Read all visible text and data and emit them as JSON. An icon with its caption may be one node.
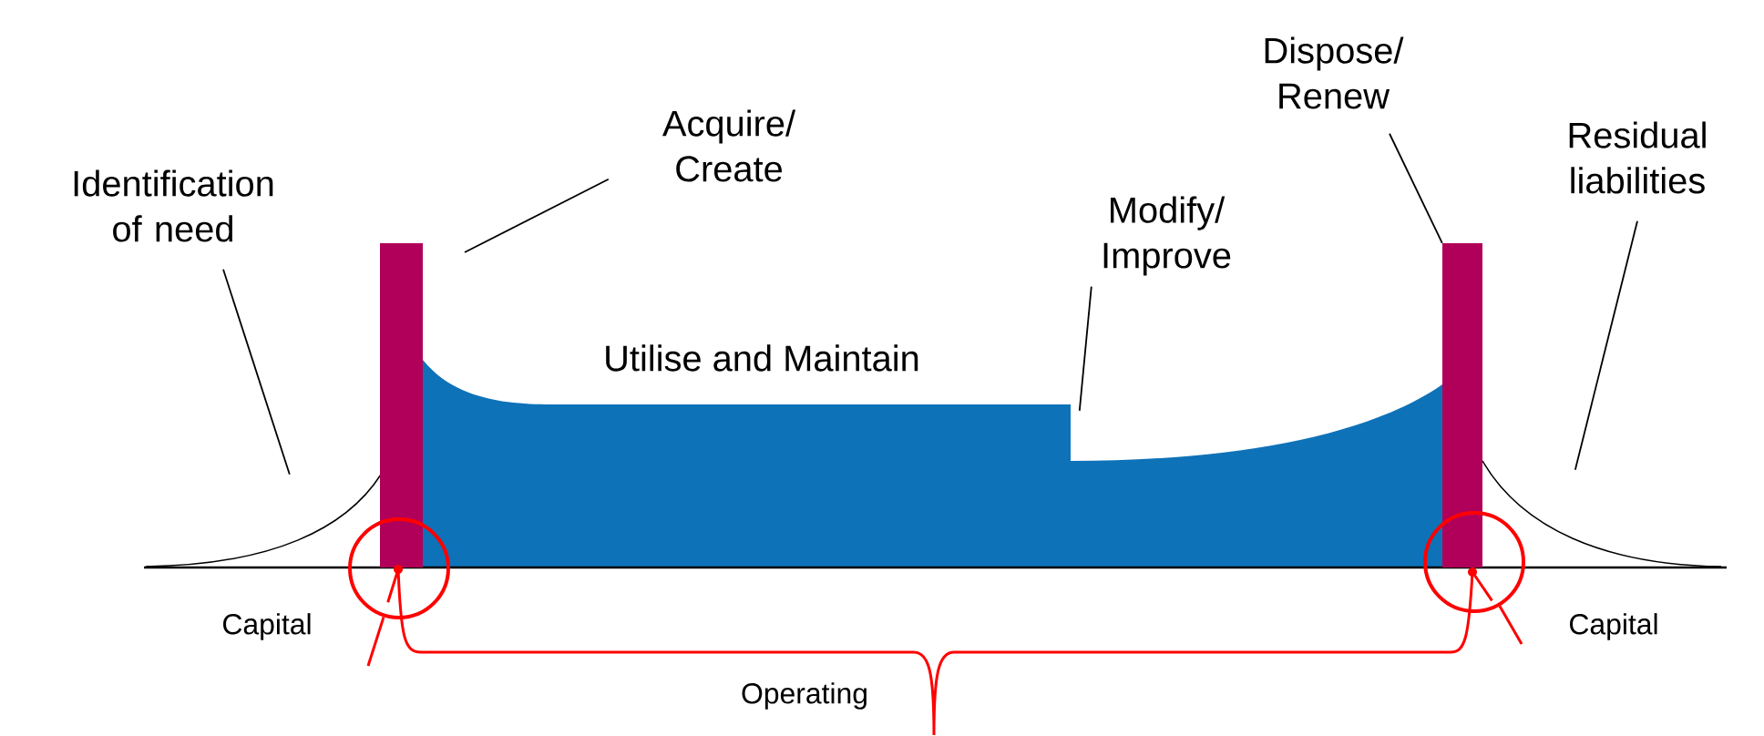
{
  "diagram": {
    "nodes": [
      {
        "text": [
          "Identification of need"
        ]
      },
      {
        "text": [
          "Acquire/ Create"
        ]
      },
      {
        "text": [
          "Modify/ Improve"
        ]
      },
      {
        "text": [
          "Dispose/ Renew"
        ]
      },
      {
        "text": [
          "Residual liabilities"
        ]
      },
      {
        "text": [],
        "shape": "bar"
      },
      {
        "text": [],
        "shape": "bar"
      },
      {
        "text": [],
        "shape": "circle"
      },
      {
        "text": [],
        "shape": "circle"
      },
      {
        "text": [],
        "shape": "area"
      },
      {
        "text": [],
        "shape": "curve"
      },
      {
        "text": [],
        "shape": "curve"
      }
    ],
    "edges": [
      {
        "from": 0,
        "to": 10,
        "arrow": "none"
      },
      {
        "from": 1,
        "to": null,
        "arrow": "none"
      },
      {
        "from": 2,
        "to": 9,
        "arrow": "none"
      },
      {
        "from": 3,
        "to": 6,
        "arrow": "none"
      },
      {
        "from": 4,
        "to": 11,
        "arrow": "none"
      },
      {
        "from": null,
        "to": 7,
        "arrow": "none",
        "color": "#ff0000"
      },
      {
        "from": null,
        "to": 8,
        "arrow": "none",
        "color": "#ff0000"
      }
    ],
    "labels": [
      "Utilise and Maintain",
      "Capital",
      "Capital",
      "Operating"
    ]
  }
}
